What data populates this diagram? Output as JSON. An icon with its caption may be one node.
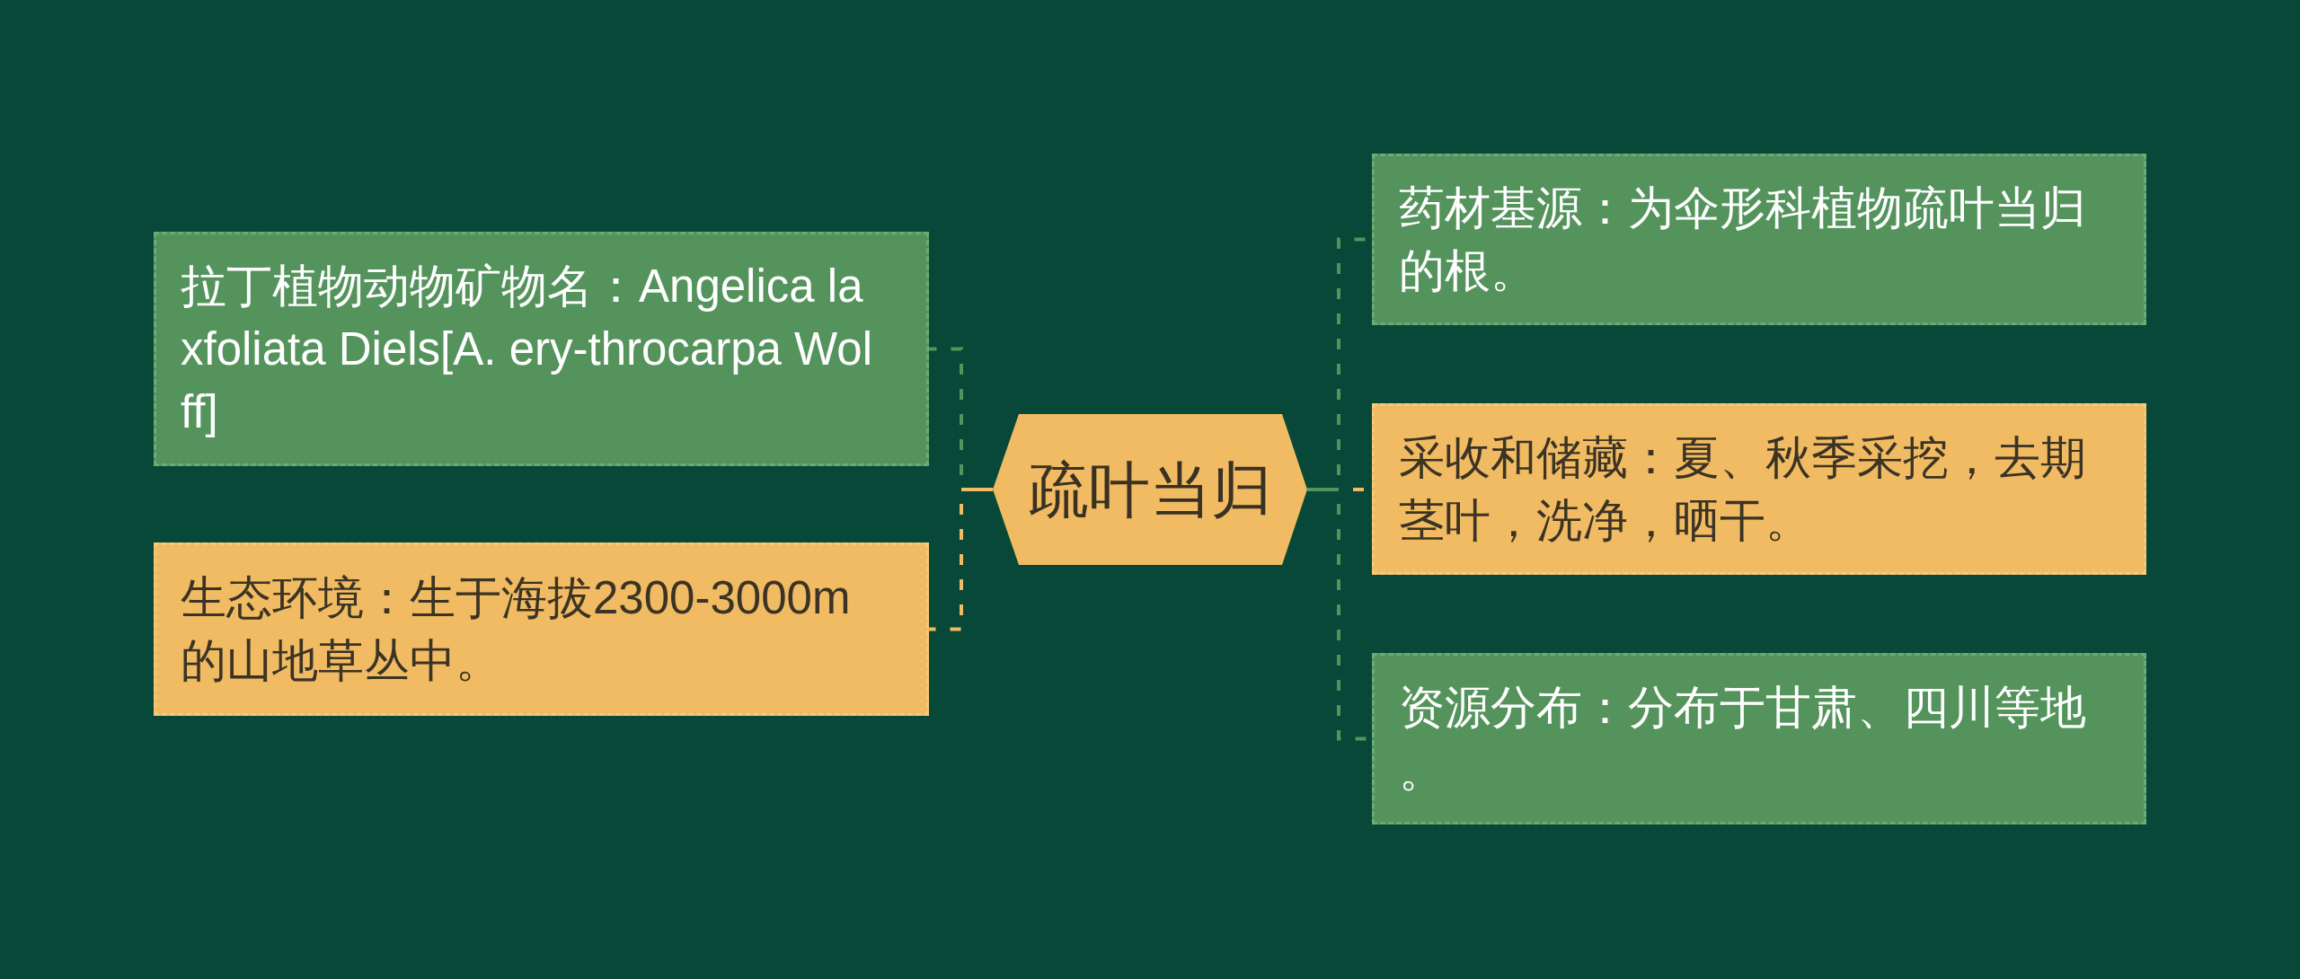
{
  "diagram": {
    "nodes": [
      {
        "text": [
          "疏叶当归"
        ]
      },
      {
        "text": [
          "拉丁植物动物矿物名：Angelica laxfoliata Diels[A. ery-throcarpa Wolff]"
        ]
      },
      {
        "text": [
          "生态环境：生于海拔2300-3000m的山地草丛中。"
        ]
      },
      {
        "text": [
          "药材基源：为伞形科植物疏叶当归的根。"
        ]
      },
      {
        "text": [
          "采收和储藏：夏、秋季采挖，去期茎叶，洗净，晒干。"
        ]
      },
      {
        "text": [
          "资源分布：分布于甘肃、四川等地。"
        ]
      }
    ],
    "edges": [
      {
        "from": 0,
        "to": 1,
        "arrow": "none",
        "style": "dashed"
      },
      {
        "from": 0,
        "to": 2,
        "arrow": "none",
        "style": "dashed",
        "color": "#f0bb62"
      },
      {
        "from": 0,
        "to": 3,
        "arrow": "none",
        "style": "dashed"
      },
      {
        "from": 0,
        "to": 4,
        "arrow": "none",
        "style": "dashed",
        "color": "#f0bb62"
      },
      {
        "from": 0,
        "to": 5,
        "arrow": "none",
        "style": "dashed"
      }
    ]
  }
}
